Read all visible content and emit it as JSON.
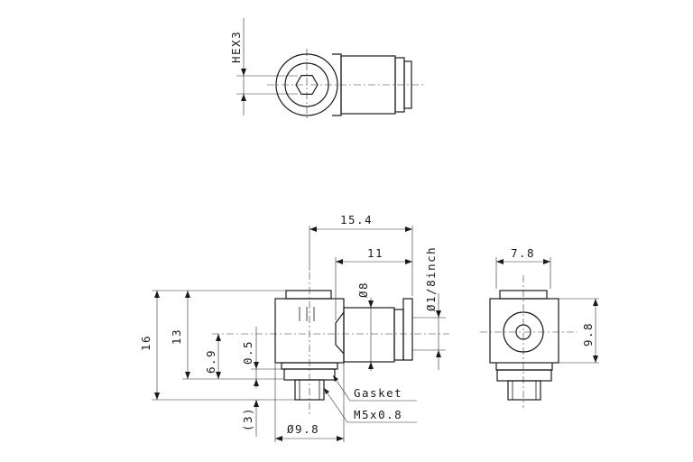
{
  "drawing": {
    "hex_label": "HEX3",
    "dim_15_4": "15.4",
    "dim_11": "11",
    "dim_phi_1_8inch": "Ø1/8inch",
    "dim_phi8": "Ø8",
    "dim_16": "16",
    "dim_13": "13",
    "dim_6_9": "6.9",
    "dim_0_5": "0.5",
    "dim_3": "(3)",
    "dim_phi9_8": "Ø9.8",
    "gasket_label": "Gasket",
    "thread_label": "M5x0.8",
    "dim_7_8": "7.8",
    "dim_9_8": "9.8"
  }
}
